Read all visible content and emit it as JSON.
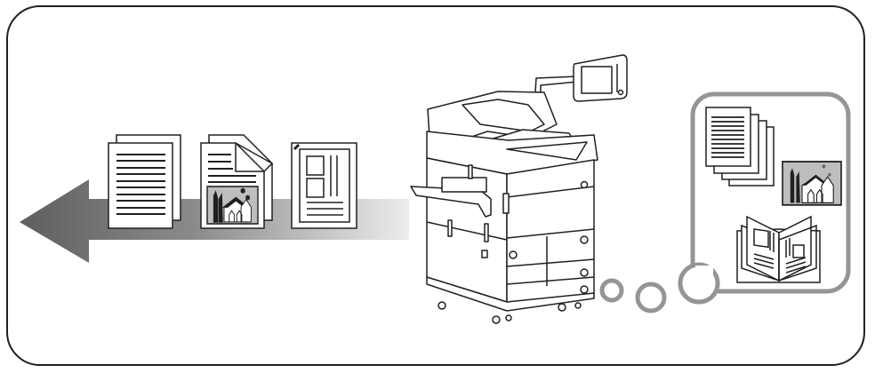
{
  "diagram": {
    "title": "Print output flow illustration",
    "colors": {
      "frame_border": "#231f20",
      "arrow_dark": "#606062",
      "arrow_light": "#e0e0e2",
      "bubble_border": "#939598",
      "line": "#231f20",
      "photo_bg": "#bcbec0"
    },
    "arrow": {
      "direction": "left",
      "icon": "gradient-arrow-left-icon"
    },
    "output_documents": [
      {
        "name": "text-document-stack",
        "icon": "text-document-icon"
      },
      {
        "name": "mixed-text-photo-document",
        "icon": "photo-document-icon"
      },
      {
        "name": "layout-page-document",
        "icon": "layout-page-icon"
      }
    ],
    "device": {
      "name": "multifunction-printer",
      "icon": "printer-icon",
      "panel_icon": "control-panel-icon"
    },
    "thought_bubble": {
      "items": [
        {
          "name": "multi-page-text-stack",
          "icon": "page-stack-icon"
        },
        {
          "name": "photo-image",
          "icon": "photo-icon"
        },
        {
          "name": "booklet",
          "icon": "open-book-icon"
        }
      ]
    }
  }
}
